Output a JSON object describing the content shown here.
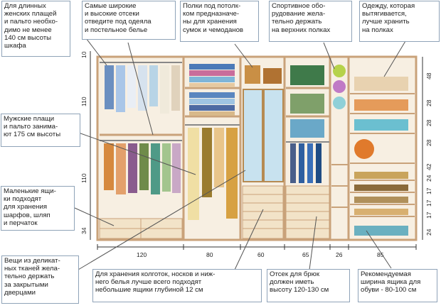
{
  "callouts": {
    "top_left": "Для длинных\nженских плащей\nи пальто необхо-\nдимо не менее\n140 см высоты\nшкафа",
    "top_blankets": "Самые широкие\nи высокие отсеки\nотведите под одеяла\nи постельное белье",
    "top_bags": "Полки под потолк-\nком предназначе-\nны для хранения\nсумок и чемоданов",
    "top_sport": "Спортивное обо-\nрудование жела-\nтельно держать\nна верхних полках",
    "top_right": "Одежду, которая\nвытягивается,\nлучше хранить\nна полках",
    "mid_men": "Мужские плащи\nи пальто занима-\nют 175 см высоты",
    "mid_drawers": "Маленькие ящи-\nки подходят\nдля хранения\nшарфов, шляп\nи перчаток",
    "bottom_delicate": "Вещи из деликат-\nных тканей жела-\nтельно держать\nза закрытыми\nдверцами",
    "bottom_tights": "Для хранения колготок, носков и ниж-\nнего белья лучше всего подходят\nнебольшие ящики глубиной 12 см",
    "bottom_trousers": "Отсек для брюк\nдолжен иметь\nвысоту 120-130 см",
    "bottom_shoes": "Рекомендуемая\nширина ящика для\nобуви - 80-100 см"
  },
  "dimensions": {
    "widths": [
      "120",
      "80",
      "60",
      "65",
      "26",
      "85"
    ],
    "left_heights": [
      "10",
      "110",
      "110",
      "34"
    ],
    "right_heights": [
      "48",
      "28",
      "28",
      "28",
      "42",
      "24",
      "17",
      "17",
      "17",
      "24"
    ]
  },
  "colors": {
    "callout_border": "#8fa3b8",
    "wardrobe_frame": "#c9a27a",
    "panel_fill": "#f7efe2",
    "leader_line": "#555555"
  }
}
